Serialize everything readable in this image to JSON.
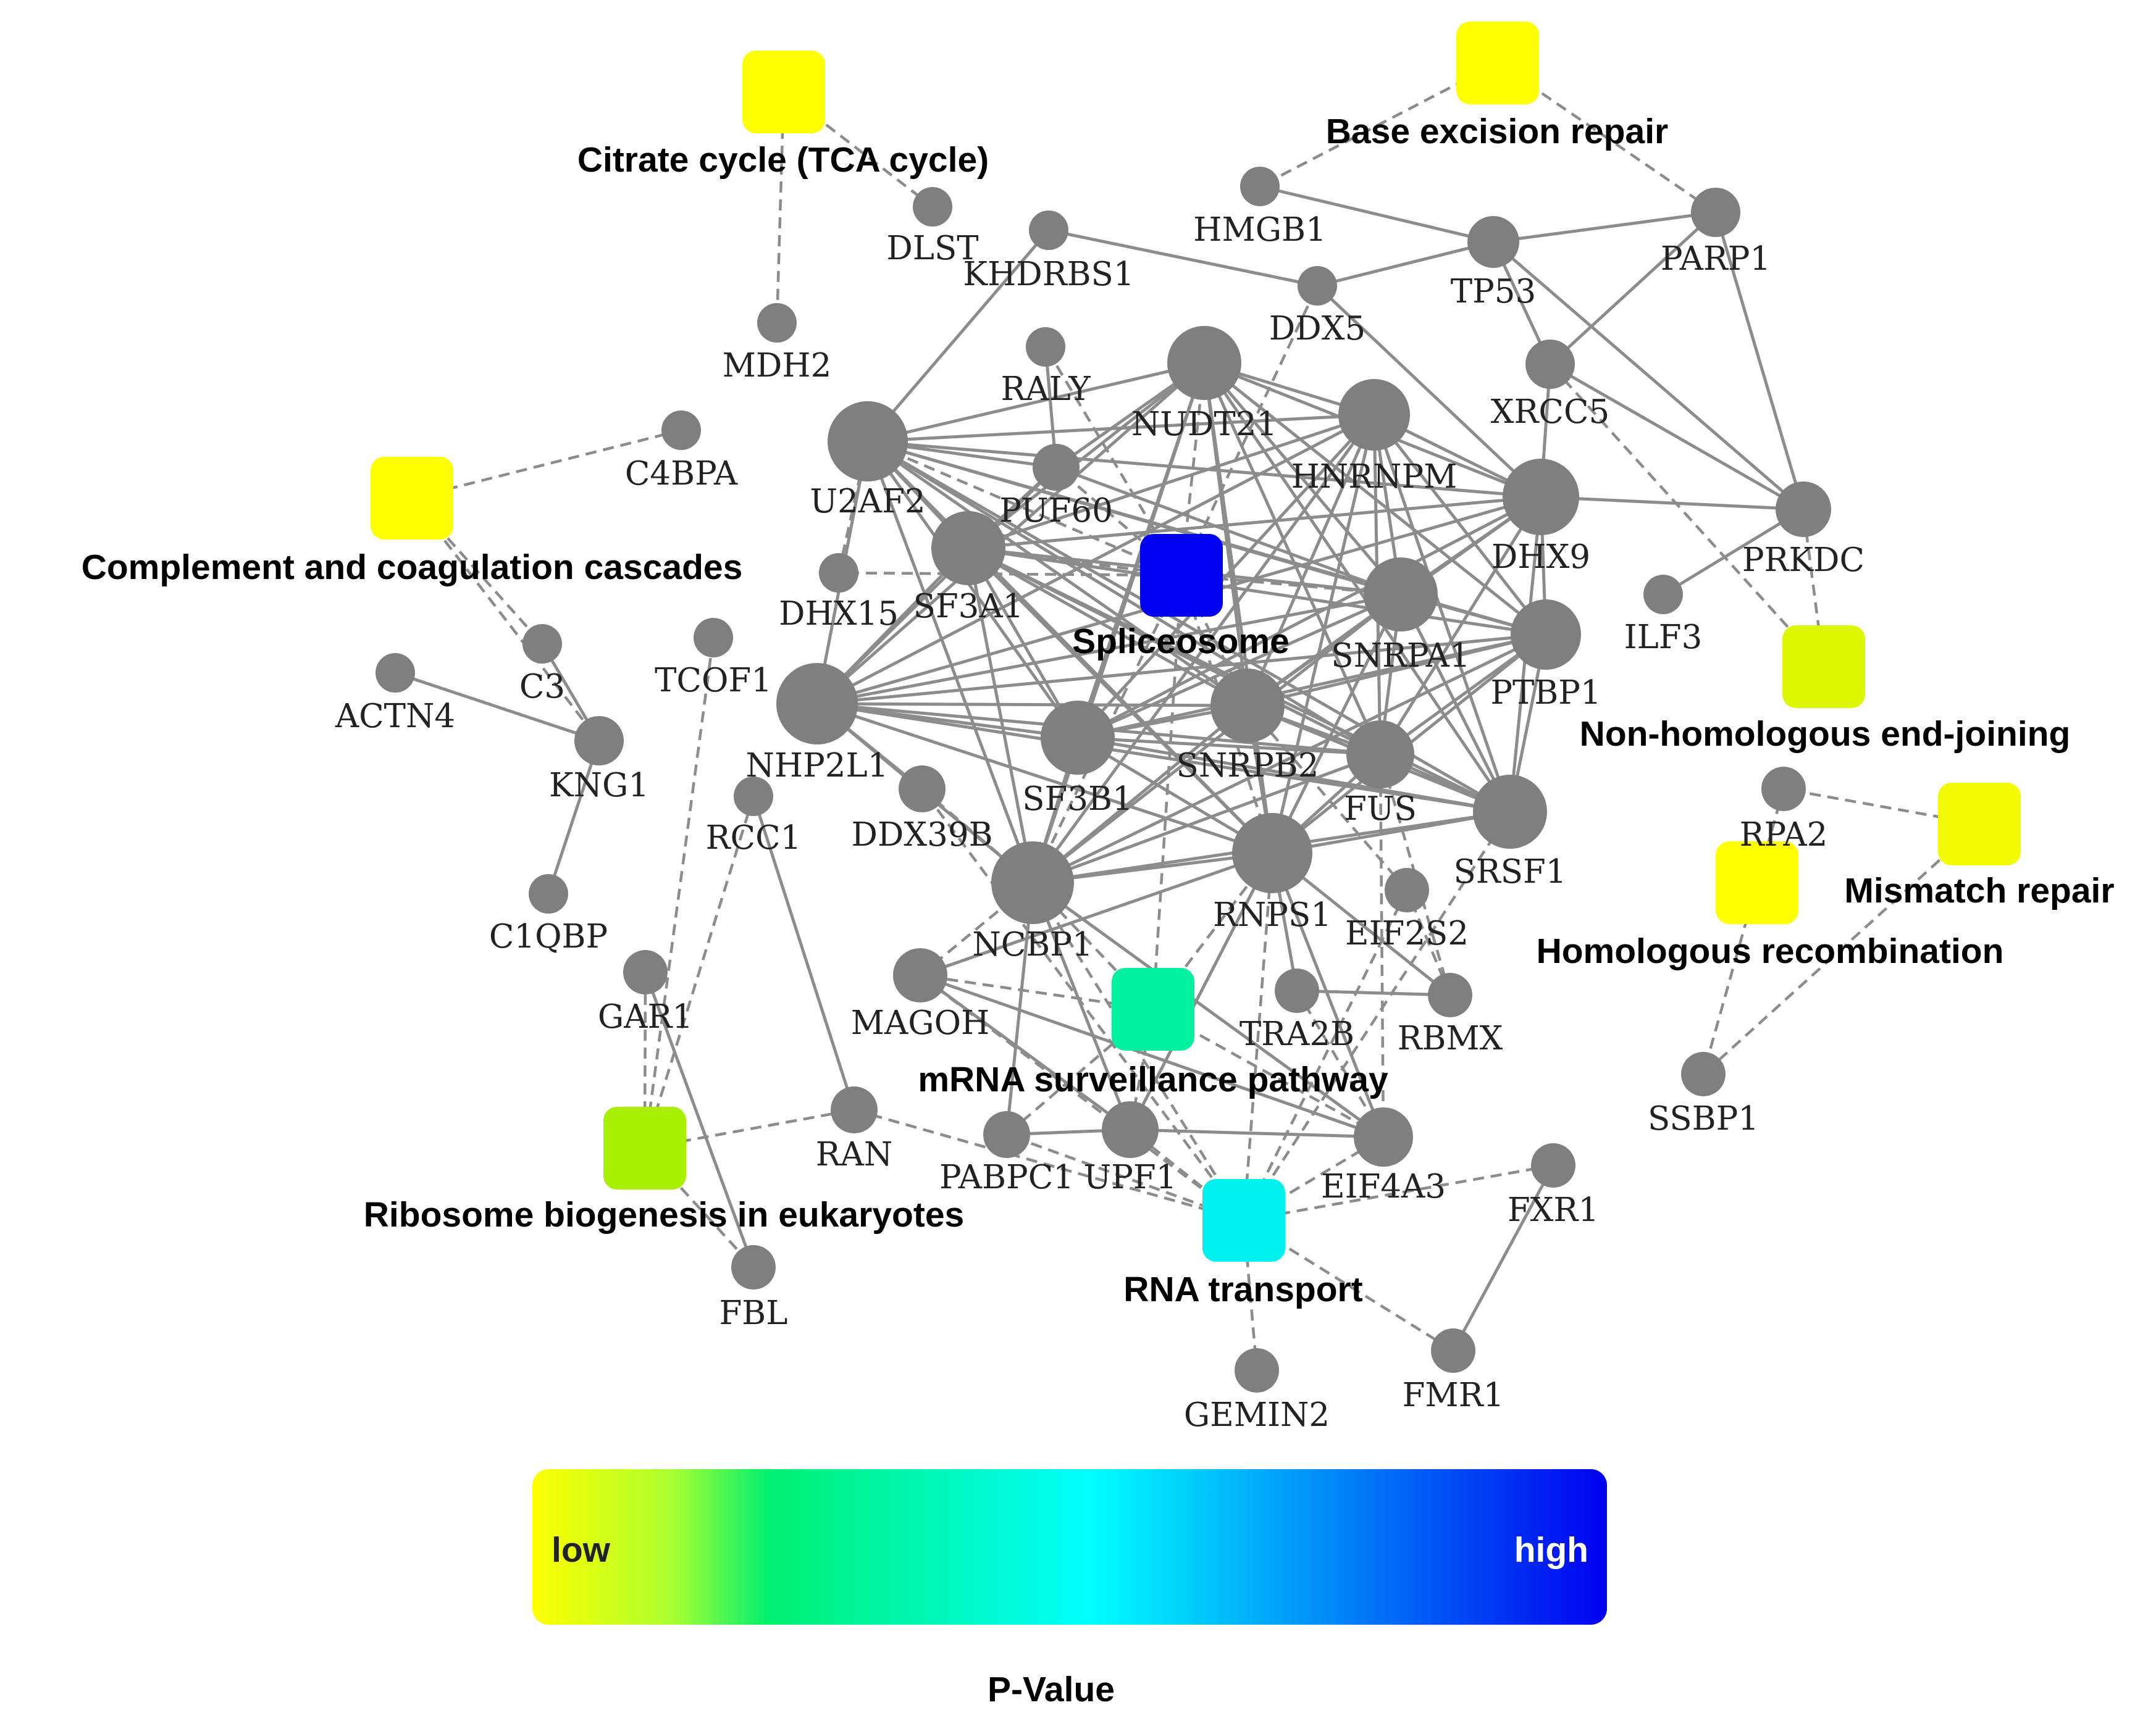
{
  "genes": [
    {
      "id": "DLST",
      "label": "DLST"
    },
    {
      "id": "MDH2",
      "label": "MDH2"
    },
    {
      "id": "KHDRBS1",
      "label": "KHDRBS1"
    },
    {
      "id": "HMGB1",
      "label": "HMGB1"
    },
    {
      "id": "DDX5",
      "label": "DDX5"
    },
    {
      "id": "TP53",
      "label": "TP53"
    },
    {
      "id": "PARP1",
      "label": "PARP1"
    },
    {
      "id": "RALY",
      "label": "RALY"
    },
    {
      "id": "NUDT21",
      "label": "NUDT21"
    },
    {
      "id": "XRCC5",
      "label": "XRCC5"
    },
    {
      "id": "C4BPA",
      "label": "C4BPA"
    },
    {
      "id": "U2AF2",
      "label": "U2AF2"
    },
    {
      "id": "HNRNPM",
      "label": "HNRNPM"
    },
    {
      "id": "PUF60",
      "label": "PUF60"
    },
    {
      "id": "DHX9",
      "label": "DHX9"
    },
    {
      "id": "PRKDC",
      "label": "PRKDC"
    },
    {
      "id": "SF3A1",
      "label": "SF3A1"
    },
    {
      "id": "DHX15",
      "label": "DHX15"
    },
    {
      "id": "SNRPA1",
      "label": "SNRPA1"
    },
    {
      "id": "ILF3",
      "label": "ILF3"
    },
    {
      "id": "PTBP1",
      "label": "PTBP1"
    },
    {
      "id": "C3",
      "label": "C3"
    },
    {
      "id": "TCOF1",
      "label": "TCOF1"
    },
    {
      "id": "ACTN4",
      "label": "ACTN4"
    },
    {
      "id": "NHP2L1",
      "label": "NHP2L1"
    },
    {
      "id": "SNRPB2",
      "label": "SNRPB2"
    },
    {
      "id": "SF3B1",
      "label": "SF3B1"
    },
    {
      "id": "KNG1",
      "label": "KNG1"
    },
    {
      "id": "FUS",
      "label": "FUS"
    },
    {
      "id": "RCC1",
      "label": "RCC1"
    },
    {
      "id": "DDX39B",
      "label": "DDX39B"
    },
    {
      "id": "SRSF1",
      "label": "SRSF1"
    },
    {
      "id": "RPA2",
      "label": "RPA2"
    },
    {
      "id": "RNPS1",
      "label": "RNPS1"
    },
    {
      "id": "NCBP1",
      "label": "NCBP1"
    },
    {
      "id": "C1QBP",
      "label": "C1QBP"
    },
    {
      "id": "EIF2S2",
      "label": "EIF2S2"
    },
    {
      "id": "GAR1",
      "label": "GAR1"
    },
    {
      "id": "MAGOH",
      "label": "MAGOH"
    },
    {
      "id": "TRA2B",
      "label": "TRA2B"
    },
    {
      "id": "RBMX",
      "label": "RBMX"
    },
    {
      "id": "SSBP1",
      "label": "SSBP1"
    },
    {
      "id": "RAN",
      "label": "RAN"
    },
    {
      "id": "PABPC1",
      "label": "PABPC1"
    },
    {
      "id": "UPF1",
      "label": "UPF1"
    },
    {
      "id": "EIF4A3",
      "label": "EIF4A3"
    },
    {
      "id": "FXR1",
      "label": "FXR1"
    },
    {
      "id": "FBL",
      "label": "FBL"
    },
    {
      "id": "FMR1",
      "label": "FMR1"
    },
    {
      "id": "GEMIN2",
      "label": "GEMIN2"
    }
  ],
  "pathways": [
    {
      "id": "tca",
      "label": "Citrate cycle (TCA cycle)",
      "color": "#ffff00"
    },
    {
      "id": "ber",
      "label": "Base excision repair",
      "color": "#ffff00"
    },
    {
      "id": "complement",
      "label": "Complement and coagulation cascades",
      "color": "#ffff00"
    },
    {
      "id": "spliceosome",
      "label": "Spliceosome",
      "color": "#0000f0"
    },
    {
      "id": "nhej",
      "label": "Non-homologous end-joining",
      "color": "#ddf700"
    },
    {
      "id": "mmr",
      "label": "Mismatch repair",
      "color": "#f2fb00"
    },
    {
      "id": "hr",
      "label": "Homologous recombination",
      "color": "#ffff00"
    },
    {
      "id": "mrna",
      "label": "mRNA surveillance pathway",
      "color": "#00f0a0"
    },
    {
      "id": "ribosome",
      "label": "Ribosome biogenesis in eukaryotes",
      "color": "#a8f000"
    },
    {
      "id": "rnatransport",
      "label": "RNA transport",
      "color": "#00f0f0"
    }
  ],
  "legend": {
    "low_label": "low",
    "high_label": "high",
    "title": "P-Value",
    "colors": [
      "#ffff00",
      "#aaff22",
      "#00f088",
      "#00ffff",
      "#0000f0"
    ]
  },
  "colors": {
    "gene_node": "#7f7f7f",
    "edge": "#8c8c8c"
  }
}
